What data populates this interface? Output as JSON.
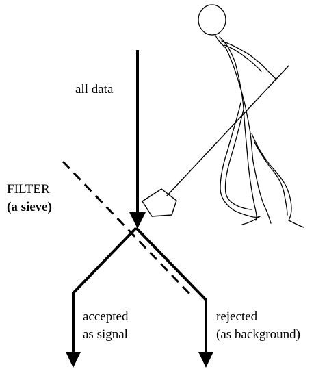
{
  "labels": {
    "all_data": "all data",
    "filter": "FILTER",
    "sieve": "(a sieve)",
    "accepted_line1": "accepted",
    "accepted_line2": "as signal",
    "rejected_line1": "rejected",
    "rejected_line2": "(as background)"
  },
  "colors": {
    "ink": "#000000",
    "background": "#ffffff"
  }
}
